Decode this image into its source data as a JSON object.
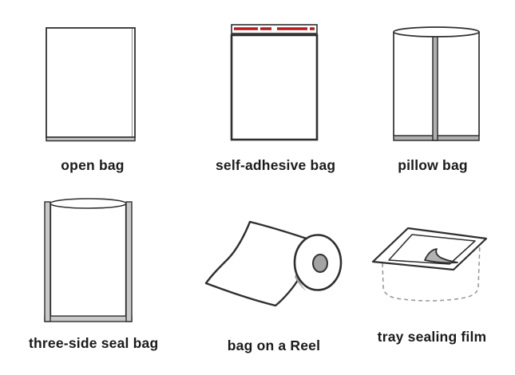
{
  "colors": {
    "background": "#ffffff",
    "outline": "#2f2f2f",
    "seal_gray": "#c9c9c9",
    "seam_gray": "#b0b0b0",
    "core_gray": "#a3a3a3",
    "curl_gray": "#b3b3b3",
    "adhesive_red": "#b41b1b",
    "dashed": "#9a9a9a",
    "text": "#1b1b1b"
  },
  "items": [
    {
      "id": "open-bag",
      "label": "open bag"
    },
    {
      "id": "self-adhesive-bag",
      "label": "self-adhesive bag"
    },
    {
      "id": "pillow-bag",
      "label": "pillow bag"
    },
    {
      "id": "three-side-seal-bag",
      "label": "three-side seal bag"
    },
    {
      "id": "bag-on-a-reel",
      "label": "bag on a Reel"
    },
    {
      "id": "tray-sealing-film",
      "label": "tray sealing film"
    }
  ]
}
